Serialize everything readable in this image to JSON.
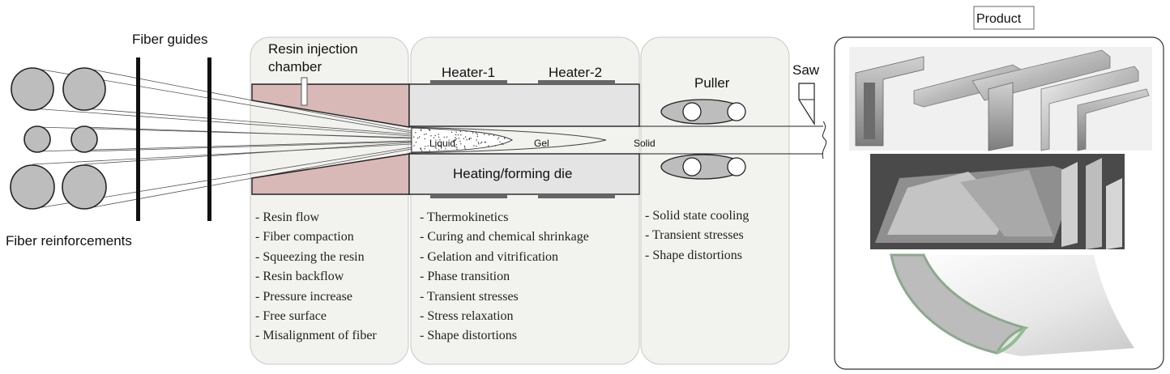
{
  "labels": {
    "fiber_guides": "Fiber guides",
    "fiber_reinforcements": "Fiber reinforcements",
    "resin_chamber_line1": "Resin injection",
    "resin_chamber_line2": "chamber",
    "heater1": "Heater-1",
    "heater2": "Heater-2",
    "puller": "Puller",
    "saw": "Saw",
    "product": "Product",
    "die": "Heating/forming die",
    "liquid": "Liquid",
    "gel": "Gel",
    "solid": "Solid"
  },
  "lists": {
    "injection": [
      "- Resin flow",
      "- Fiber compaction",
      "- Squeezing the resin",
      "- Resin backflow",
      "- Pressure increase",
      "- Free surface",
      "- Misalignment of fiber"
    ],
    "die": [
      "- Thermokinetics",
      "- Curing and chemical shrinkage",
      "- Gelation and vitrification",
      "- Phase transition",
      "- Transient stresses",
      "- Stress relaxation",
      "- Shape distortions"
    ],
    "puller": [
      "- Solid state cooling",
      "- Transient stresses",
      "- Shape distortions"
    ]
  },
  "colors": {
    "chamber_fill": "#d8b9b7",
    "die_fill": "#e4e4e4",
    "panel_fill": "#f2f2ef",
    "spool_fill": "#bdbdbd",
    "heater_fill": "#666666"
  }
}
